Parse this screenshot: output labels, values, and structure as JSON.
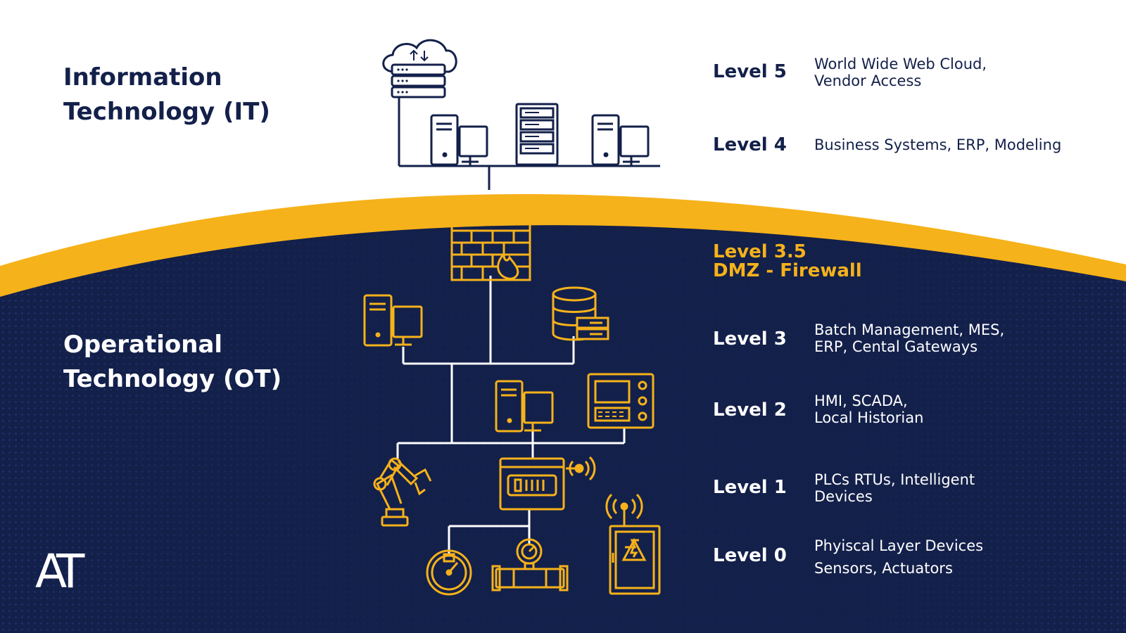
{
  "colors": {
    "navy": "#13204a",
    "accent_yellow": "#f6b21a",
    "white": "#ffffff"
  },
  "it": {
    "title_lines": [
      "Information",
      "Technology (IT)"
    ]
  },
  "ot": {
    "title_lines": [
      "Operational",
      "Technology (OT)"
    ]
  },
  "levels": [
    {
      "label": "Level 5",
      "desc_lines": [
        "World Wide Web Cloud,",
        "Vendor Access"
      ]
    },
    {
      "label": "Level 4",
      "desc_lines": [
        "Business Systems, ERP, Modeling"
      ]
    },
    {
      "label_lines": [
        "Level 3.5",
        "DMZ - Firewall"
      ]
    },
    {
      "label": "Level 3",
      "desc_lines": [
        "Batch Management, MES,",
        "ERP, Cental Gateways"
      ]
    },
    {
      "label": "Level 2",
      "desc_lines": [
        "HMI, SCADA,",
        "Local Historian"
      ]
    },
    {
      "label": "Level 1",
      "desc_lines": [
        "PLCs RTUs, Intelligent",
        "Devices"
      ]
    },
    {
      "label": "Level 0",
      "desc_lines": [
        "Phyiscal Layer Devices",
        "Sensors, Actuators"
      ]
    }
  ],
  "icons": [
    "cloud-server-icon",
    "desktop-computer-icon",
    "server-rack-icon",
    "firewall-icon",
    "database-icon",
    "control-panel-icon",
    "robot-arm-icon",
    "plc-device-icon",
    "wireless-signal-icon",
    "pressure-gauge-icon",
    "flow-meter-icon",
    "electrical-cabinet-icon"
  ],
  "logo": {
    "text": "AT"
  }
}
